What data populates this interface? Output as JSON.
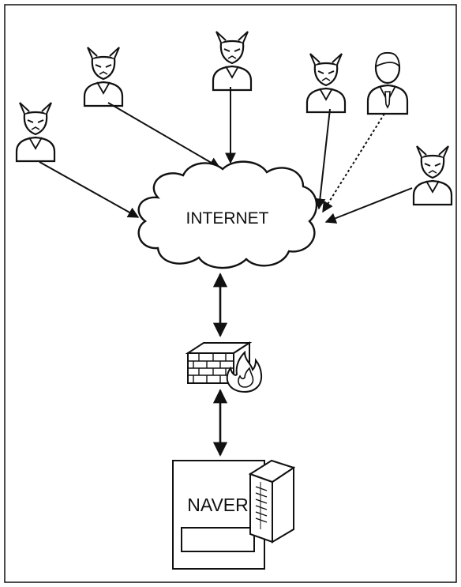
{
  "cloud": {
    "label": "INTERNET"
  },
  "server": {
    "label": "NAVER"
  },
  "actors": [
    {
      "kind": "attacker",
      "link": "solid"
    },
    {
      "kind": "attacker",
      "link": "solid"
    },
    {
      "kind": "attacker",
      "link": "solid"
    },
    {
      "kind": "attacker",
      "link": "solid"
    },
    {
      "kind": "normal-user",
      "link": "dotted"
    },
    {
      "kind": "attacker",
      "link": "solid"
    }
  ],
  "icons": [
    "devil-attacker-icon",
    "user-icon",
    "cloud-icon",
    "firewall-icon",
    "flame-icon",
    "server-tower-icon",
    "web-server-box-icon"
  ],
  "colors": {
    "line": "#111111",
    "background": "#ffffff"
  }
}
